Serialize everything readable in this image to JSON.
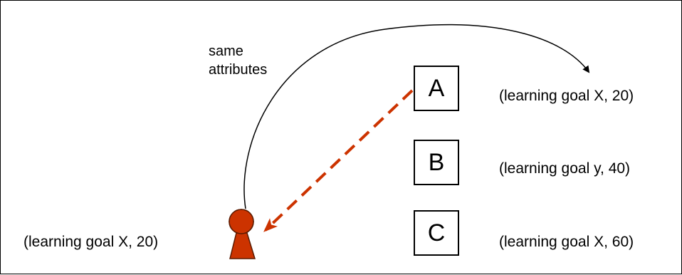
{
  "annotation": {
    "line1": "same",
    "line2": "attributes"
  },
  "learner": {
    "label": "(learning goal X, 20)",
    "color": "#cc3300"
  },
  "items": [
    {
      "letter": "A",
      "attributes": "(learning goal X, 20)"
    },
    {
      "letter": "B",
      "attributes": "(learning goal y, 40)"
    },
    {
      "letter": "C",
      "attributes": "(learning goal X, 60)"
    }
  ],
  "colors": {
    "recommendation_arrow": "#cc3300",
    "similarity_arrow": "#000000"
  }
}
